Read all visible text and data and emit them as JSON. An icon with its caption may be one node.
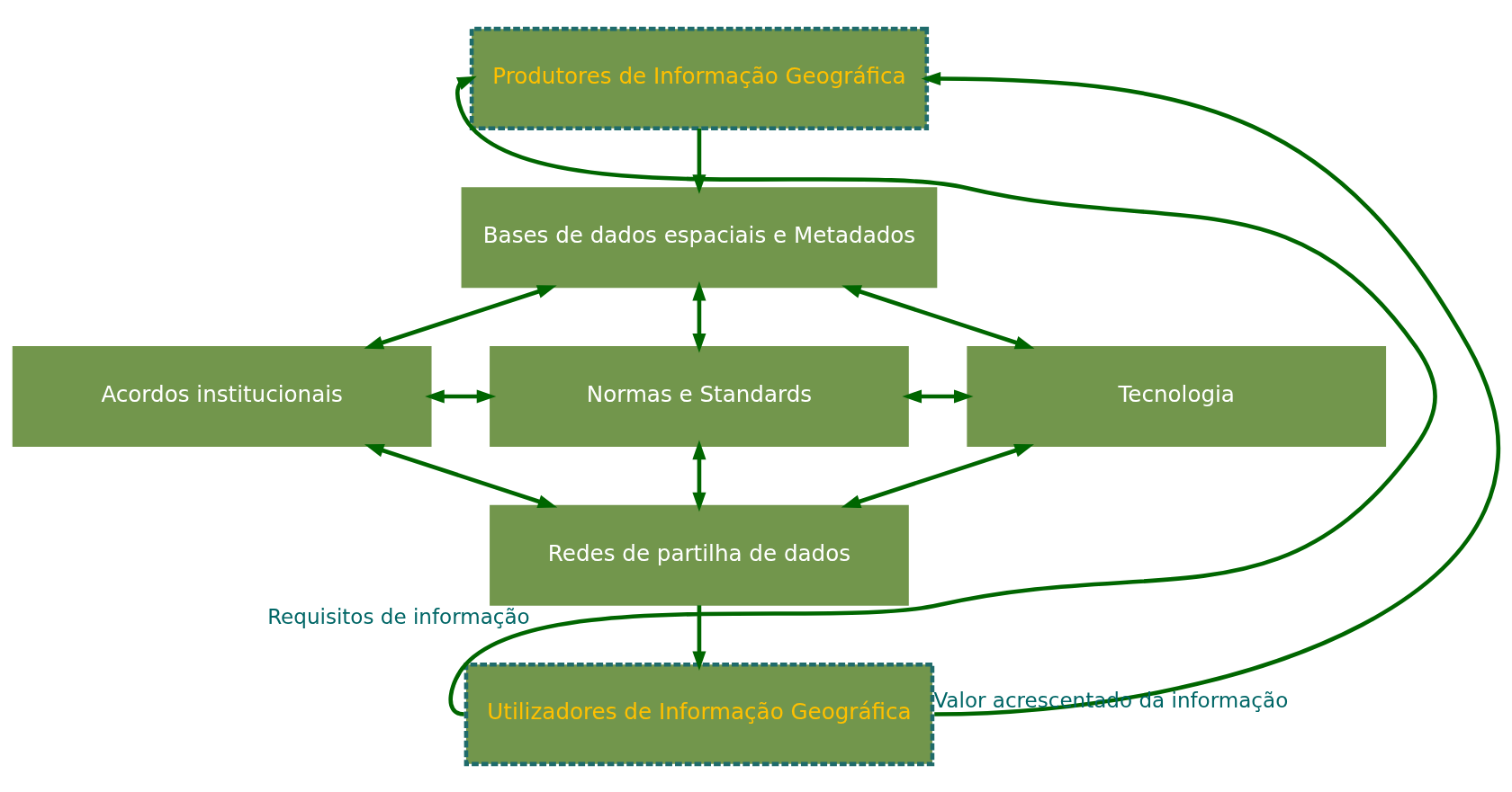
{
  "diagram": {
    "nodes": [
      {
        "text": [
          "Produtores de Informação Geográfica"
        ]
      },
      {
        "text": [
          "Bases de dados espaciais e Metadados"
        ]
      },
      {
        "text": [
          "Acordos institucionais"
        ]
      },
      {
        "text": [
          "Normas e Standards"
        ]
      },
      {
        "text": [
          "Tecnologia"
        ]
      },
      {
        "text": [
          "Redes de partilha de dados"
        ]
      },
      {
        "text": [
          "Utilizadores de Informação Geográfica"
        ]
      }
    ],
    "edges": [
      {
        "from": 0,
        "to": 1,
        "arrow": "to"
      },
      {
        "from": 1,
        "to": 2,
        "arrow": "both"
      },
      {
        "from": 1,
        "to": 3,
        "arrow": "both"
      },
      {
        "from": 1,
        "to": 4,
        "arrow": "both"
      },
      {
        "from": 2,
        "to": 3,
        "arrow": "both"
      },
      {
        "from": 3,
        "to": 4,
        "arrow": "both"
      },
      {
        "from": 3,
        "to": 5,
        "arrow": "both"
      },
      {
        "from": 2,
        "to": 5,
        "arrow": "both"
      },
      {
        "from": 4,
        "to": 5,
        "arrow": "both"
      },
      {
        "from": 5,
        "to": 6,
        "arrow": "to"
      },
      {
        "from": 6,
        "to": 0,
        "arrow": "to",
        "label": "Requisitos de informação"
      },
      {
        "from": 6,
        "to": 0,
        "arrow": "to",
        "label": "Valor acrescentado da informação"
      }
    ]
  }
}
